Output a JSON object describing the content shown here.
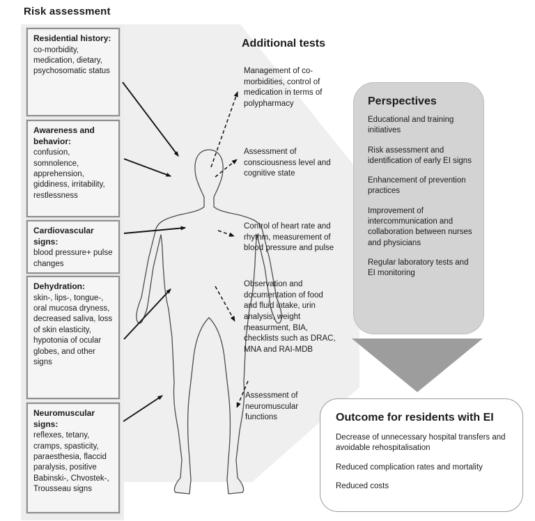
{
  "title": "Risk assessment",
  "risk_boxes": [
    {
      "title": "Residential history:",
      "body": "co-morbidity, medication, dietary, psychosomatic status"
    },
    {
      "title": "Awareness and behavior:",
      "body": "confusion, somnolence, apprehension, giddiness, irritability, restlessness"
    },
    {
      "title": "Cardiovascular signs:",
      "body": "blood pressure+ pulse changes"
    },
    {
      "title": "Dehydration:",
      "body": "skin-, lips-, tongue-, oral mucosa dryness, decreased saliva, loss of skin elasticity, hypotonia of ocular globes, and other signs"
    },
    {
      "title": "Neuromuscular signs:",
      "body": "reflexes, tetany, cramps, spasticity, paraesthesia, flaccid paralysis, positive Babinski-, Chvostek-, Trousseau signs"
    }
  ],
  "additional_tests": {
    "heading": "Additional tests",
    "items": [
      "Management of co-morbidities, control of medication in terms of polypharmacy",
      "Assessment of consciousness level and cognitive state",
      "Control of heart rate and rhythm, measurement of blood pressure and pulse",
      "Observation and documentation of food and fluid intake, urin analysis, weight measurment, BIA, checklists such as DRAC, MNA and RAI-MDB",
      "Assessment of neuromuscular functions"
    ]
  },
  "perspectives": {
    "heading": "Perspectives",
    "items": [
      "Educational and training initiatives",
      "Risk assessment and identification of early EI signs",
      "Enhancement of prevention practices",
      "Improvement of intercommunication and collaboration between nurses and physicians",
      "Regular laboratory tests and EI monitoring"
    ]
  },
  "outcome": {
    "heading": "Outcome for residents with EI",
    "items": [
      "Decrease of unnecessary hospital transfers and avoidable rehospitalisation",
      "Reduced complication rates and mortality",
      "Reduced costs"
    ]
  },
  "colors": {
    "background_shape": "#eeeeee",
    "box_fill": "#f5f5f5",
    "box_border": "#8f8f8f",
    "perspectives_fill": "#d3d3d3",
    "triangle_fill": "#9d9d9d",
    "text": "#1a1a1a",
    "line": "#111111"
  }
}
